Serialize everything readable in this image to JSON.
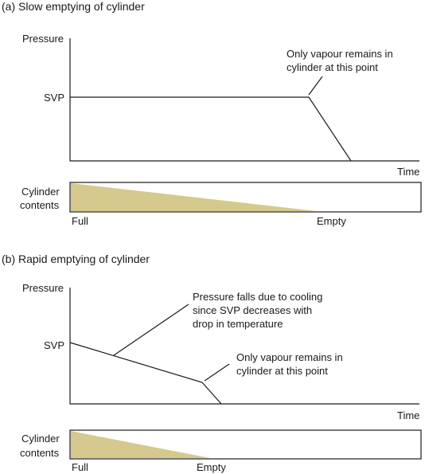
{
  "colors": {
    "contents_fill": "#d6c98d",
    "ink": "#1a1a1a"
  },
  "panel_a": {
    "title": "(a) Slow emptying of cylinder",
    "y_axis_label": "Pressure",
    "x_axis_label": "Time",
    "svp_label": "SVP",
    "annotation_line1": "Only vapour remains in",
    "annotation_line2": "cylinder at this point",
    "contents_label_line1": "Cylinder",
    "contents_label_line2": "contents",
    "full_label": "Full",
    "empty_label": "Empty"
  },
  "panel_b": {
    "title": "(b) Rapid emptying of cylinder",
    "y_axis_label": "Pressure",
    "x_axis_label": "Time",
    "svp_label": "SVP",
    "cooling_line1": "Pressure falls due to cooling",
    "cooling_line2": "since SVP decreases with",
    "cooling_line3": "drop in temperature",
    "annotation_line1": "Only vapour remains in",
    "annotation_line2": "cylinder at this point",
    "contents_label_line1": "Cylinder",
    "contents_label_line2": "contents",
    "full_label": "Full",
    "empty_label": "Empty"
  }
}
